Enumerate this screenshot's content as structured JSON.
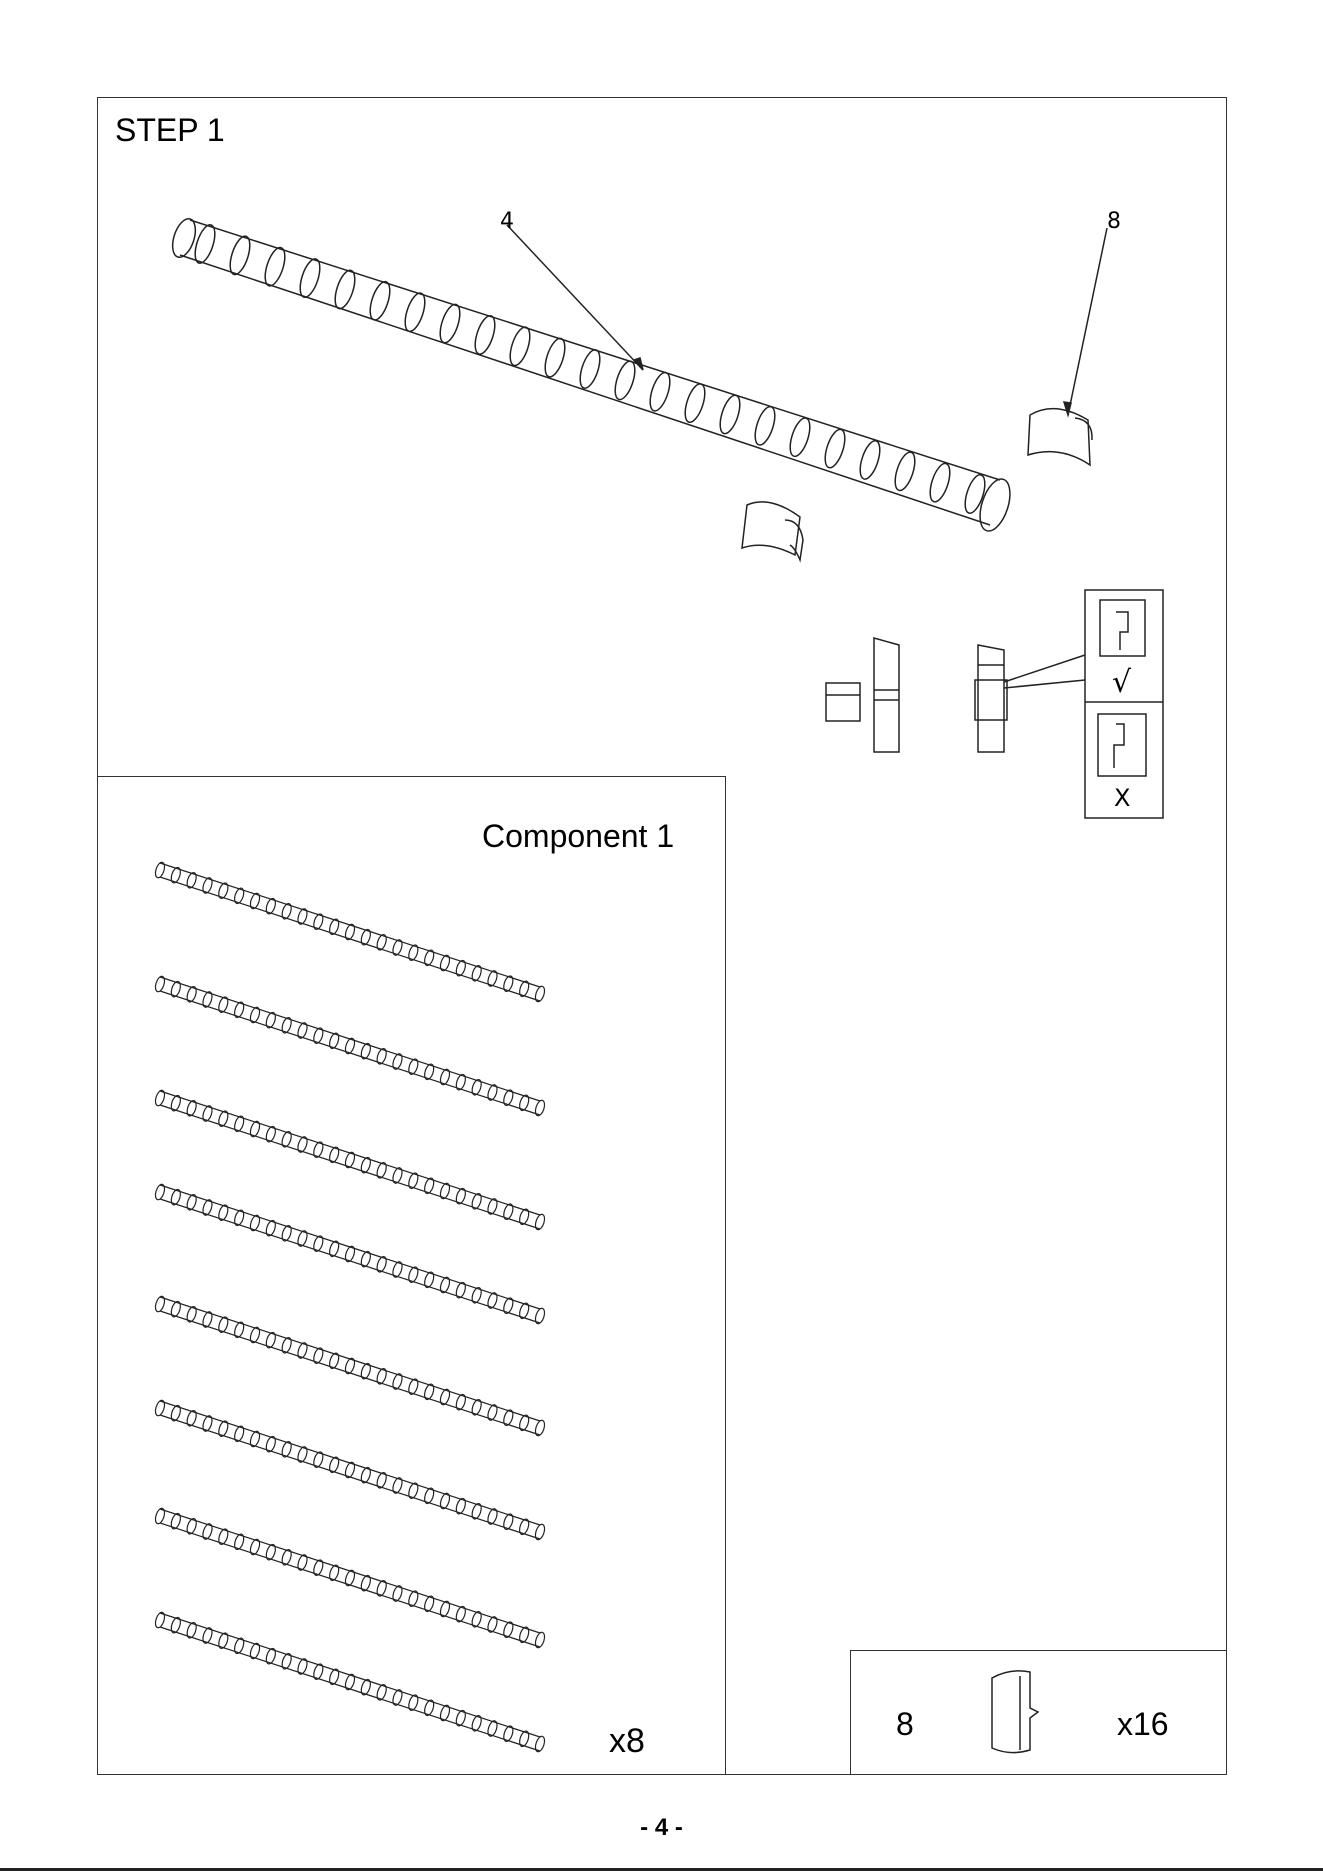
{
  "step": {
    "title": "STEP 1"
  },
  "callouts": {
    "pole": "4",
    "clip": "8"
  },
  "check_marks": {
    "correct": "√",
    "wrong": "X"
  },
  "component": {
    "title": "Component 1",
    "quantity": "x8",
    "rod_count": 8
  },
  "parts": {
    "part_number": "8",
    "quantity": "x16"
  },
  "footer": {
    "page_number": "- 4 -"
  }
}
